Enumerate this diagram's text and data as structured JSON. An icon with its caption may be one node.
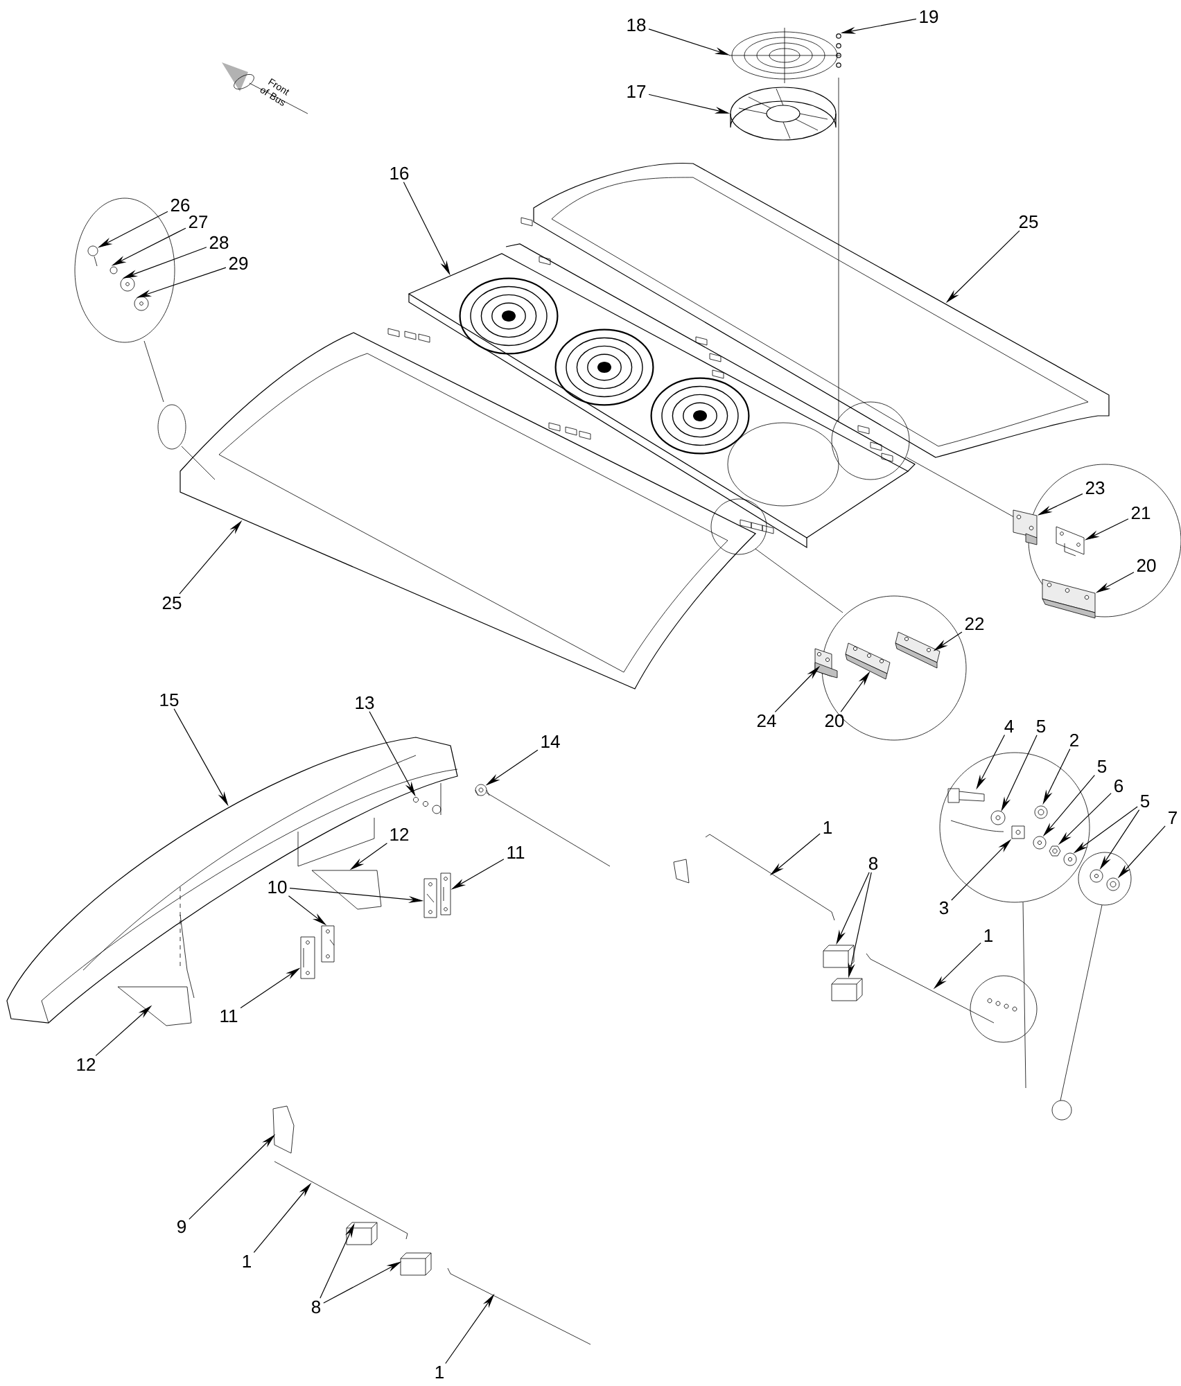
{
  "diagram": {
    "nodes": [
      {
        "text": [
          "19"
        ]
      },
      {
        "text": [
          "18"
        ]
      },
      {
        "text": [
          "17"
        ]
      },
      {
        "text": [
          "16"
        ]
      },
      {
        "text": [
          "26"
        ]
      },
      {
        "text": [
          "25"
        ]
      },
      {
        "text": [
          "27"
        ]
      },
      {
        "text": [
          "28"
        ]
      },
      {
        "text": [
          "29"
        ]
      },
      {
        "text": [
          "23"
        ]
      },
      {
        "text": [
          "21"
        ]
      },
      {
        "text": [
          "20"
        ]
      },
      {
        "text": [
          "25"
        ]
      },
      {
        "text": [
          "22"
        ]
      },
      {
        "text": [
          "15"
        ]
      },
      {
        "text": [
          "13"
        ]
      },
      {
        "text": [
          "24"
        ]
      },
      {
        "text": [
          "20"
        ]
      },
      {
        "text": [
          "4"
        ]
      },
      {
        "text": [
          "5"
        ]
      },
      {
        "text": [
          "14"
        ]
      },
      {
        "text": [
          "2"
        ]
      },
      {
        "text": [
          "5"
        ]
      },
      {
        "text": [
          "6"
        ]
      },
      {
        "text": [
          "5"
        ]
      },
      {
        "text": [
          "7"
        ]
      },
      {
        "text": [
          "1"
        ]
      },
      {
        "text": [
          "12"
        ]
      },
      {
        "text": [
          "11"
        ]
      },
      {
        "text": [
          "8"
        ]
      },
      {
        "text": [
          "10"
        ]
      },
      {
        "text": [
          "3"
        ]
      },
      {
        "text": [
          "1"
        ]
      },
      {
        "text": [
          "11"
        ]
      },
      {
        "text": [
          "12"
        ]
      },
      {
        "text": [
          "9"
        ]
      },
      {
        "text": [
          "1"
        ]
      },
      {
        "text": [
          "8"
        ]
      },
      {
        "text": [
          "1"
        ]
      },
      {
        "text": [],
        "shape": "picture"
      },
      {
        "text": [],
        "shape": "picture"
      },
      {
        "text": [],
        "shape": "picture"
      },
      {
        "text": [],
        "shape": "picture"
      },
      {
        "text": [],
        "shape": "picture"
      },
      {
        "text": [],
        "shape": "picture"
      },
      {
        "text": [],
        "shape": "picture"
      },
      {
        "text": [],
        "shape": "picture"
      },
      {
        "text": [],
        "shape": "picture"
      },
      {
        "text": [],
        "shape": "picture"
      },
      {
        "text": [],
        "shape": "picture"
      },
      {
        "text": [],
        "shape": "picture"
      },
      {
        "text": [],
        "shape": "picture"
      },
      {
        "text": [],
        "shape": "picture"
      },
      {
        "text": [],
        "shape": "picture"
      },
      {
        "text": [],
        "shape": "picture"
      },
      {
        "text": [],
        "shape": "picture"
      },
      {
        "text": [],
        "shape": "picture"
      },
      {
        "text": [],
        "shape": "picture"
      },
      {
        "text": [],
        "shape": "picture"
      },
      {
        "text": [],
        "shape": "picture"
      },
      {
        "text": [],
        "shape": "picture"
      },
      {
        "text": [],
        "shape": "picture"
      },
      {
        "text": [],
        "shape": "picture"
      },
      {
        "text": [],
        "shape": "picture"
      },
      {
        "text": [],
        "shape": "picture"
      },
      {
        "text": [],
        "shape": "picture"
      },
      {
        "text": [],
        "shape": "picture"
      },
      {
        "text": [],
        "shape": "picture"
      },
      {
        "text": [],
        "shape": "picture"
      },
      {
        "text": [],
        "shape": "picture"
      },
      {
        "text": [],
        "shape": "picture"
      },
      {
        "text": [],
        "shape": "picture"
      },
      {
        "text": [],
        "shape": "picture"
      },
      {
        "text": [],
        "shape": "picture"
      },
      {
        "text": [],
        "shape": "picture"
      },
      {
        "text": [],
        "shape": "picture"
      },
      {
        "text": [],
        "shape": "picture"
      },
      {
        "text": [],
        "shape": "picture"
      },
      {
        "text": [],
        "shape": "picture"
      },
      {
        "text": [],
        "shape": "picture"
      },
      {
        "text": [],
        "shape": "picture"
      },
      {
        "text": [],
        "shape": "picture"
      }
    ],
    "edges": [
      {
        "from": 0,
        "to": 39,
        "arrow": "to"
      },
      {
        "from": 1,
        "to": 40,
        "arrow": "to"
      },
      {
        "from": 2,
        "to": 41,
        "arrow": "to"
      },
      {
        "from": 3,
        "to": 42,
        "arrow": "to"
      },
      {
        "from": 4,
        "to": 43,
        "arrow": "to"
      },
      {
        "from": 5,
        "to": 44,
        "arrow": "to"
      },
      {
        "from": 6,
        "to": 45,
        "arrow": "to"
      },
      {
        "from": 7,
        "to": 46,
        "arrow": "to"
      },
      {
        "from": 8,
        "to": 47,
        "arrow": "to"
      },
      {
        "from": 9,
        "to": 48,
        "arrow": "to"
      },
      {
        "from": 10,
        "to": 49,
        "arrow": "to"
      },
      {
        "from": 11,
        "to": 50,
        "arrow": "to"
      },
      {
        "from": 12,
        "to": 51,
        "arrow": "to"
      },
      {
        "from": 13,
        "to": 52,
        "arrow": "to"
      },
      {
        "from": 14,
        "to": 53,
        "arrow": "to"
      },
      {
        "from": 15,
        "to": 54,
        "arrow": "to"
      },
      {
        "from": 16,
        "to": 55,
        "arrow": "to"
      },
      {
        "from": 17,
        "to": 56,
        "arrow": "to"
      },
      {
        "from": 18,
        "to": 57,
        "arrow": "to"
      },
      {
        "from": 19,
        "to": 58,
        "arrow": "to"
      },
      {
        "from": 20,
        "to": 59,
        "arrow": "to"
      },
      {
        "from": 21,
        "to": 60,
        "arrow": "to"
      },
      {
        "from": 22,
        "to": 61,
        "arrow": "to"
      },
      {
        "from": 23,
        "to": 62,
        "arrow": "to"
      },
      {
        "from": 24,
        "to": 63,
        "arrow": "to"
      },
      {
        "from": 24,
        "to": 64,
        "arrow": "to"
      },
      {
        "from": 25,
        "to": 65,
        "arrow": "to"
      },
      {
        "from": 26,
        "to": 66,
        "arrow": "to"
      },
      {
        "from": 27,
        "to": 67,
        "arrow": "to"
      },
      {
        "from": 28,
        "to": 68,
        "arrow": "to"
      },
      {
        "from": 29,
        "to": 69,
        "arrow": "to"
      },
      {
        "from": 29,
        "to": 70,
        "arrow": "to"
      },
      {
        "from": 30,
        "to": 71,
        "arrow": "to"
      },
      {
        "from": 30,
        "to": 72,
        "arrow": "to"
      },
      {
        "from": 31,
        "to": 73,
        "arrow": "to"
      },
      {
        "from": 32,
        "to": 74,
        "arrow": "to"
      },
      {
        "from": 33,
        "to": 75,
        "arrow": "to"
      },
      {
        "from": 34,
        "to": 76,
        "arrow": "to"
      },
      {
        "from": 35,
        "to": 77,
        "arrow": "to"
      },
      {
        "from": 36,
        "to": 78,
        "arrow": "to"
      },
      {
        "from": 37,
        "to": 79,
        "arrow": "to"
      },
      {
        "from": 37,
        "to": 80,
        "arrow": "to"
      },
      {
        "from": 38,
        "to": 81,
        "arrow": "to"
      }
    ],
    "labels": [
      "Front of Bus"
    ]
  }
}
